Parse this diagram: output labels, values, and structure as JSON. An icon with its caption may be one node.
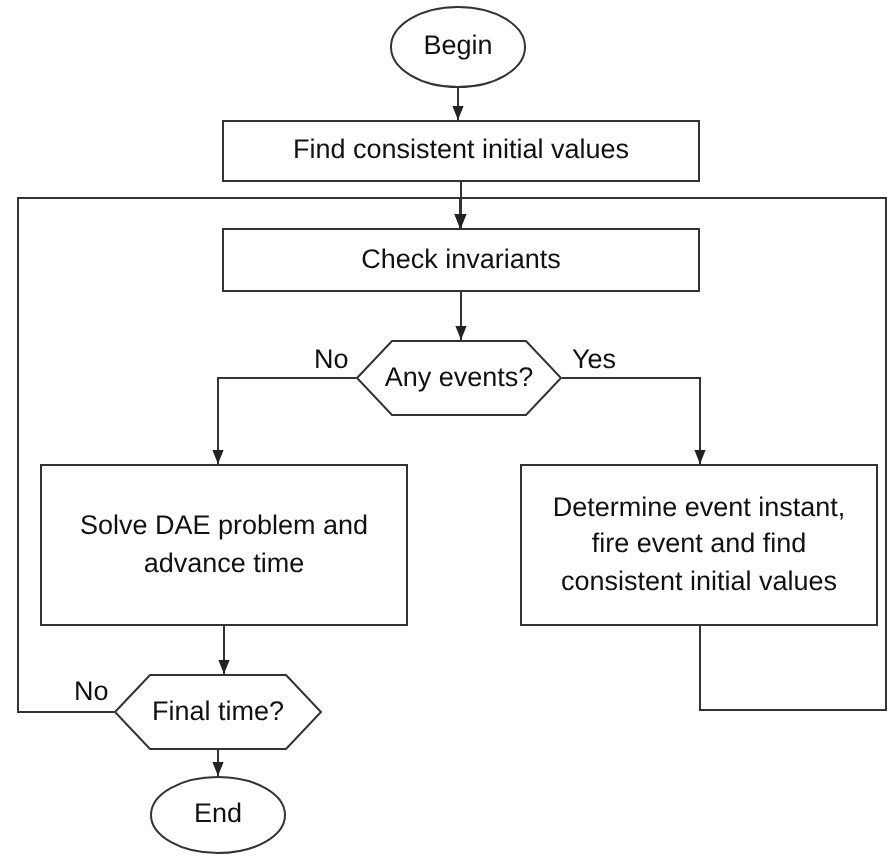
{
  "diagram": {
    "nodes": [
      {
        "text": [
          "Begin"
        ]
      },
      {
        "text": [
          "Find consistent initial values"
        ]
      },
      {
        "text": [
          "Check invariants"
        ]
      },
      {
        "text": [
          "Any events?"
        ]
      },
      {
        "text": [
          "Solve DAE problem and advance time"
        ]
      },
      {
        "text": [
          "Determine event instant, fire event and find consistent initial values"
        ]
      },
      {
        "text": [
          "Final time?"
        ]
      },
      {
        "text": [
          "End"
        ]
      }
    ],
    "edges": [
      {
        "from": 0,
        "to": 1,
        "arrow": "to"
      },
      {
        "from": 1,
        "to": 2,
        "arrow": "to"
      },
      {
        "from": 2,
        "to": 3,
        "arrow": "to"
      },
      {
        "from": 3,
        "to": 4,
        "arrow": "to",
        "label": "No"
      },
      {
        "from": 3,
        "to": 5,
        "arrow": "to",
        "label": "Yes"
      },
      {
        "from": 4,
        "to": 6,
        "arrow": "to"
      },
      {
        "from": 6,
        "to": 7,
        "arrow": "to"
      },
      {
        "from": 6,
        "to": 2,
        "arrow": "to",
        "label": "No"
      },
      {
        "from": 5,
        "to": 2,
        "arrow": "to"
      }
    ]
  }
}
